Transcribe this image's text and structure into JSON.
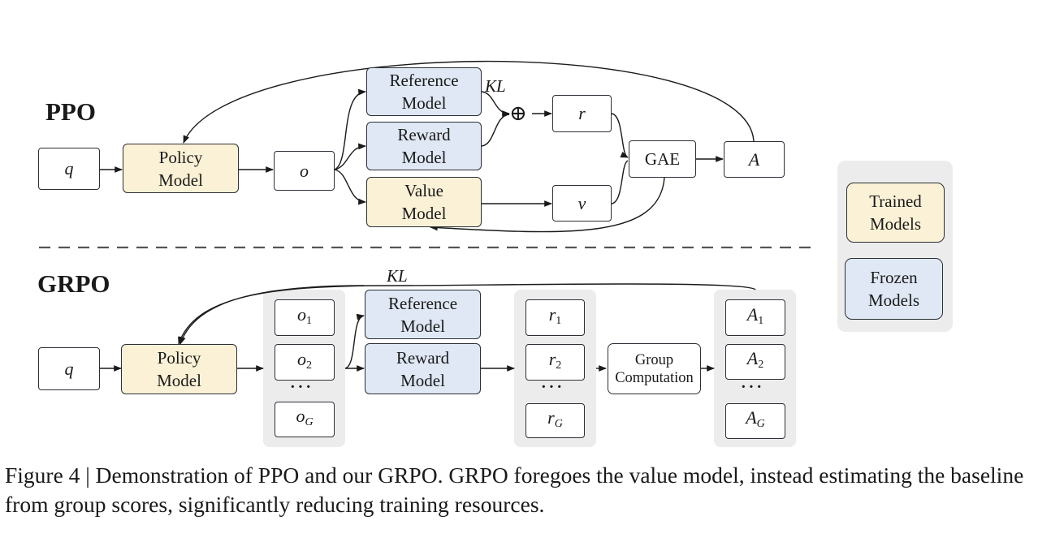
{
  "ppo": {
    "section_label": "PPO",
    "q": "q",
    "policy_model": [
      "Policy",
      "Model"
    ],
    "o": "o",
    "reference_model": [
      "Reference",
      "Model"
    ],
    "reward_model": [
      "Reward",
      "Model"
    ],
    "value_model": [
      "Value",
      "Model"
    ],
    "kl": "KL",
    "plus": "⊕",
    "r": "r",
    "v": "v",
    "gae": "GAE",
    "a": "A"
  },
  "grpo": {
    "section_label": "GRPO",
    "q": "q",
    "policy_model": [
      "Policy",
      "Model"
    ],
    "outputs": {
      "o1": "o",
      "o1_sub": "1",
      "o2": "o",
      "o2_sub": "2",
      "oG": "o",
      "oG_sub": "G"
    },
    "reference_model": [
      "Reference",
      "Model"
    ],
    "reward_model": [
      "Reward",
      "Model"
    ],
    "kl": "KL",
    "rewards": {
      "r1": "r",
      "r1_sub": "1",
      "r2": "r",
      "r2_sub": "2",
      "rG": "r",
      "rG_sub": "G"
    },
    "group_computation": [
      "Group",
      "Computation"
    ],
    "advantages": {
      "a1": "A",
      "a1_sub": "1",
      "a2": "A",
      "a2_sub": "2",
      "aG": "A",
      "aG_sub": "G"
    },
    "ellipsis": "···"
  },
  "legend": {
    "trained": [
      "Trained",
      "Models"
    ],
    "frozen": [
      "Frozen",
      "Models"
    ]
  },
  "caption": "Figure 4 | Demonstration of PPO and our GRPO. GRPO foregoes the value model, instead estimating the baseline from group scores, significantly reducing training resources.",
  "colors": {
    "trained_fill": "#fbf1d6",
    "frozen_fill": "#dfe8f4",
    "group_background": "#ececec",
    "stroke": "#2b2f36"
  }
}
